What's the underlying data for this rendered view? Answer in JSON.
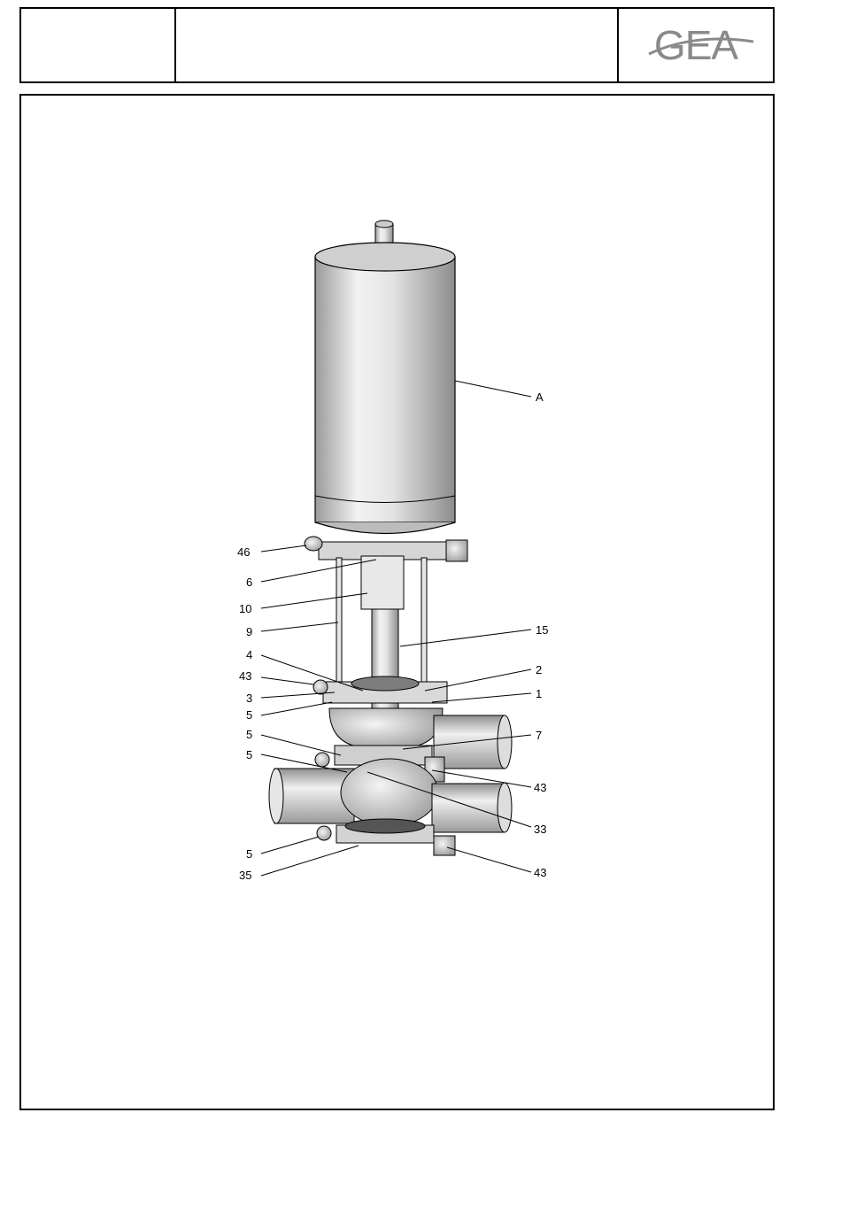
{
  "header": {
    "logo_text": "GEA"
  },
  "callouts": [
    {
      "id": "c-A",
      "label": "A"
    },
    {
      "id": "c-46",
      "label": "46"
    },
    {
      "id": "c-6",
      "label": "6"
    },
    {
      "id": "c-10",
      "label": "10"
    },
    {
      "id": "c-9",
      "label": "9"
    },
    {
      "id": "c-15",
      "label": "15"
    },
    {
      "id": "c-4",
      "label": "4"
    },
    {
      "id": "c-2",
      "label": "2"
    },
    {
      "id": "c-43a",
      "label": "43"
    },
    {
      "id": "c-1",
      "label": "1"
    },
    {
      "id": "c-3",
      "label": "3"
    },
    {
      "id": "c-5a",
      "label": "5"
    },
    {
      "id": "c-5b",
      "label": "5"
    },
    {
      "id": "c-7",
      "label": "7"
    },
    {
      "id": "c-5c",
      "label": "5"
    },
    {
      "id": "c-43b",
      "label": "43"
    },
    {
      "id": "c-33",
      "label": "33"
    },
    {
      "id": "c-5d",
      "label": "5"
    },
    {
      "id": "c-35",
      "label": "35"
    },
    {
      "id": "c-43c",
      "label": "43"
    }
  ]
}
